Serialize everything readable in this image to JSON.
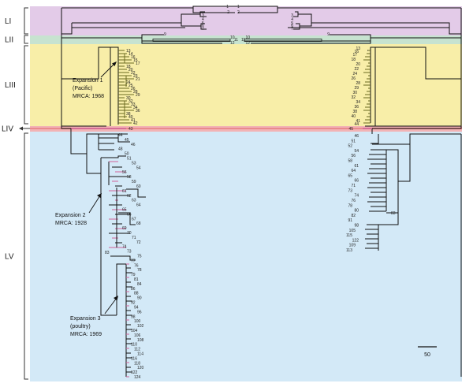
{
  "colors": {
    "LI": "#e3cbe8",
    "LII": "#c7e3d0",
    "LIII": "#f8eea8",
    "LIV": "#f2b3b5",
    "LV": "#d3e9f7",
    "tree": "#111111",
    "highlight": "#d0649a",
    "bracket": "#333333"
  },
  "lineages": [
    {
      "id": "LI",
      "label": "LI"
    },
    {
      "id": "LII",
      "label": "LII"
    },
    {
      "id": "LIII",
      "label": "LIII"
    },
    {
      "id": "LIV",
      "label": "LIV"
    },
    {
      "id": "LV",
      "label": "LV"
    }
  ],
  "annotations": {
    "expansion1": [
      "Expansion 1",
      "(Pacific)",
      "MRCA: 1968"
    ],
    "expansion2": [
      "Expansion 2",
      "MRCA: 1928"
    ],
    "expansion3": [
      "Expansion 3",
      "(poultry)",
      "MRCA: 1969"
    ]
  },
  "internal_labels": {
    "left_83": "83",
    "right_83": "83"
  },
  "scale_bar": {
    "label": "50"
  },
  "left_tips": [
    "1",
    "2",
    "3",
    "4",
    "5",
    "6",
    "7",
    "9",
    "10",
    "11",
    "12",
    "13",
    "14",
    "16",
    "15",
    "17",
    "18",
    "20",
    "22",
    "23",
    "21",
    "24",
    "25",
    "26",
    "28",
    "29",
    "30",
    "32",
    "33",
    "34",
    "36",
    "38",
    "40",
    "41",
    "42",
    "43",
    "44",
    "45",
    "46",
    "48",
    "50",
    "51",
    "53",
    "54",
    "56",
    "58",
    "59",
    "60",
    "61",
    "62",
    "63",
    "64",
    "65",
    "66",
    "67",
    "68",
    "69",
    "70",
    "71",
    "72",
    "74",
    "73",
    "75",
    "77",
    "76",
    "78",
    "79",
    "81",
    "84",
    "86",
    "88",
    "90",
    "92",
    "94",
    "96",
    "98",
    "100",
    "102",
    "104",
    "106",
    "108",
    "110",
    "112",
    "114",
    "116",
    "118",
    "120",
    "122",
    "124"
  ],
  "right_tips": [
    "1",
    "2",
    "3",
    "4",
    "5",
    "6",
    "7",
    "9",
    "10",
    "11",
    "12",
    "13",
    "16",
    "17",
    "18",
    "20",
    "22",
    "24",
    "26",
    "28",
    "29",
    "30",
    "32",
    "34",
    "36",
    "38",
    "40",
    "41",
    "44",
    "45",
    "46",
    "51",
    "52",
    "54",
    "56",
    "58",
    "61",
    "64",
    "65",
    "66",
    "71",
    "73",
    "74",
    "76",
    "78",
    "80",
    "82",
    "91",
    "98",
    "105",
    "115",
    "122",
    "109",
    "113"
  ]
}
